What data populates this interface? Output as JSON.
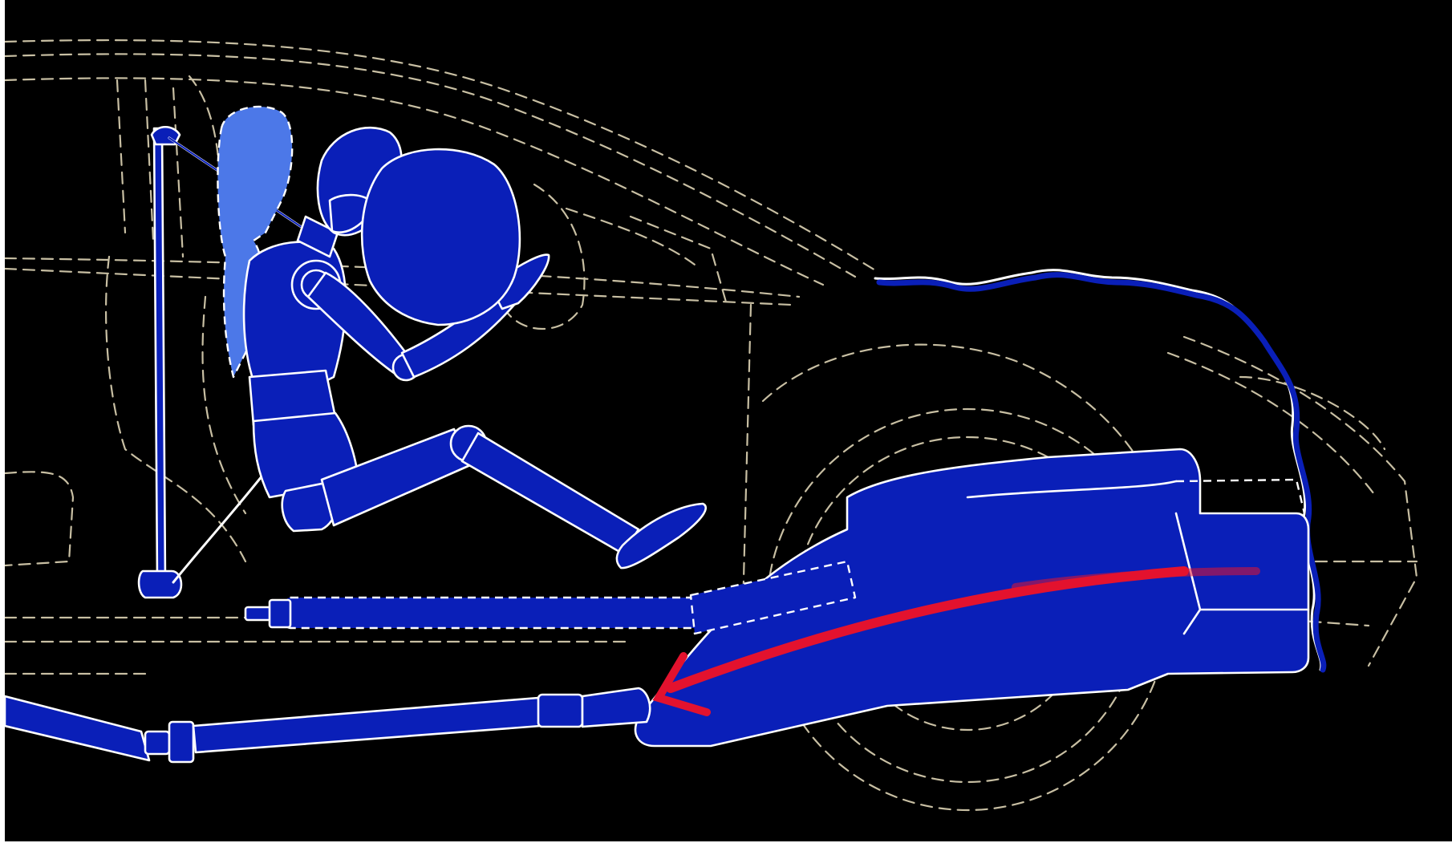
{
  "colors": {
    "background": "#000000",
    "page_edge": "#ffffff",
    "body_outline": "#c8bfa3",
    "dummy_fill": "#0a1fb8",
    "dummy_ghost_fill": "#4c78e8",
    "outline": "#ffffff",
    "motion_arrow": "#e3122e"
  },
  "diagram": {
    "subject": "crash-test-dummy-frontal-collision",
    "elements": [
      "car-body-ghost",
      "crash-test-dummy",
      "seat-belt",
      "airbag",
      "steering-column",
      "engine-block",
      "crumpled-hood",
      "collapsible-drive-shaft",
      "engine-motion-arrow"
    ]
  }
}
